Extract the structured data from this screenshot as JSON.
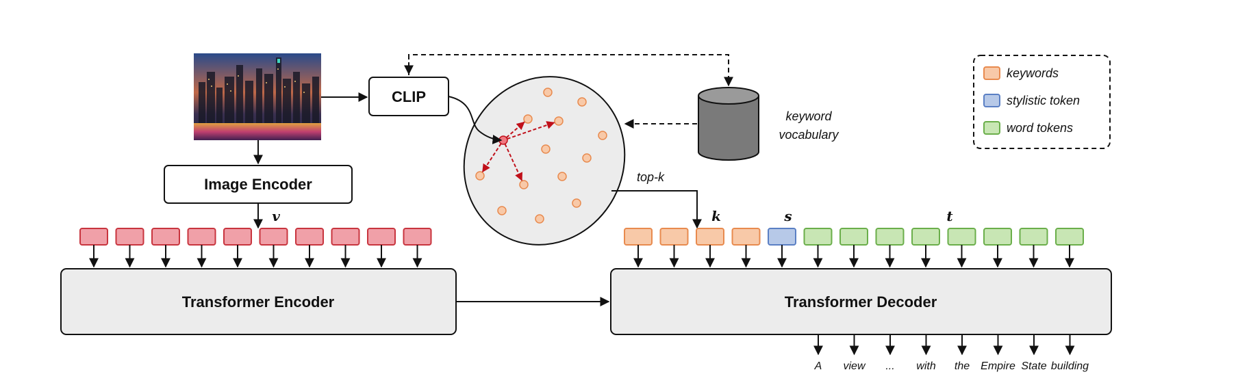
{
  "labels": {
    "clip": "CLIP",
    "image_encoder": "Image Encoder",
    "transformer_encoder": "Transformer Encoder",
    "transformer_decoder": "Transformer Decoder",
    "keyword_vocabulary_line1": "keyword",
    "keyword_vocabulary_line2": "vocabulary",
    "top_k": "top-k",
    "symbol_v": "v",
    "symbol_k": "k",
    "symbol_s": "s",
    "symbol_t": "t"
  },
  "legend": {
    "items": [
      {
        "label": "keywords",
        "color": "#f8c9a8",
        "border": "#e88a4e"
      },
      {
        "label": "stylistic token",
        "color": "#b7c9e8",
        "border": "#5a7fc4"
      },
      {
        "label": "word tokens",
        "color": "#c8e6b4",
        "border": "#6aae4a"
      }
    ]
  },
  "output_words": [
    "A",
    "view",
    "...",
    "with",
    "the",
    "Empire",
    "State",
    "building"
  ],
  "token_counts": {
    "visual": 10,
    "keywords": 4,
    "stylistic": 1,
    "words": 8
  },
  "colors": {
    "visual_token": "#f0a0a8",
    "visual_border": "#c8343e",
    "box_fill": "#ececec",
    "dots_fill": "#f8c9a8",
    "dots_stroke": "#e88a4e",
    "query_arrow": "#c0101a"
  }
}
